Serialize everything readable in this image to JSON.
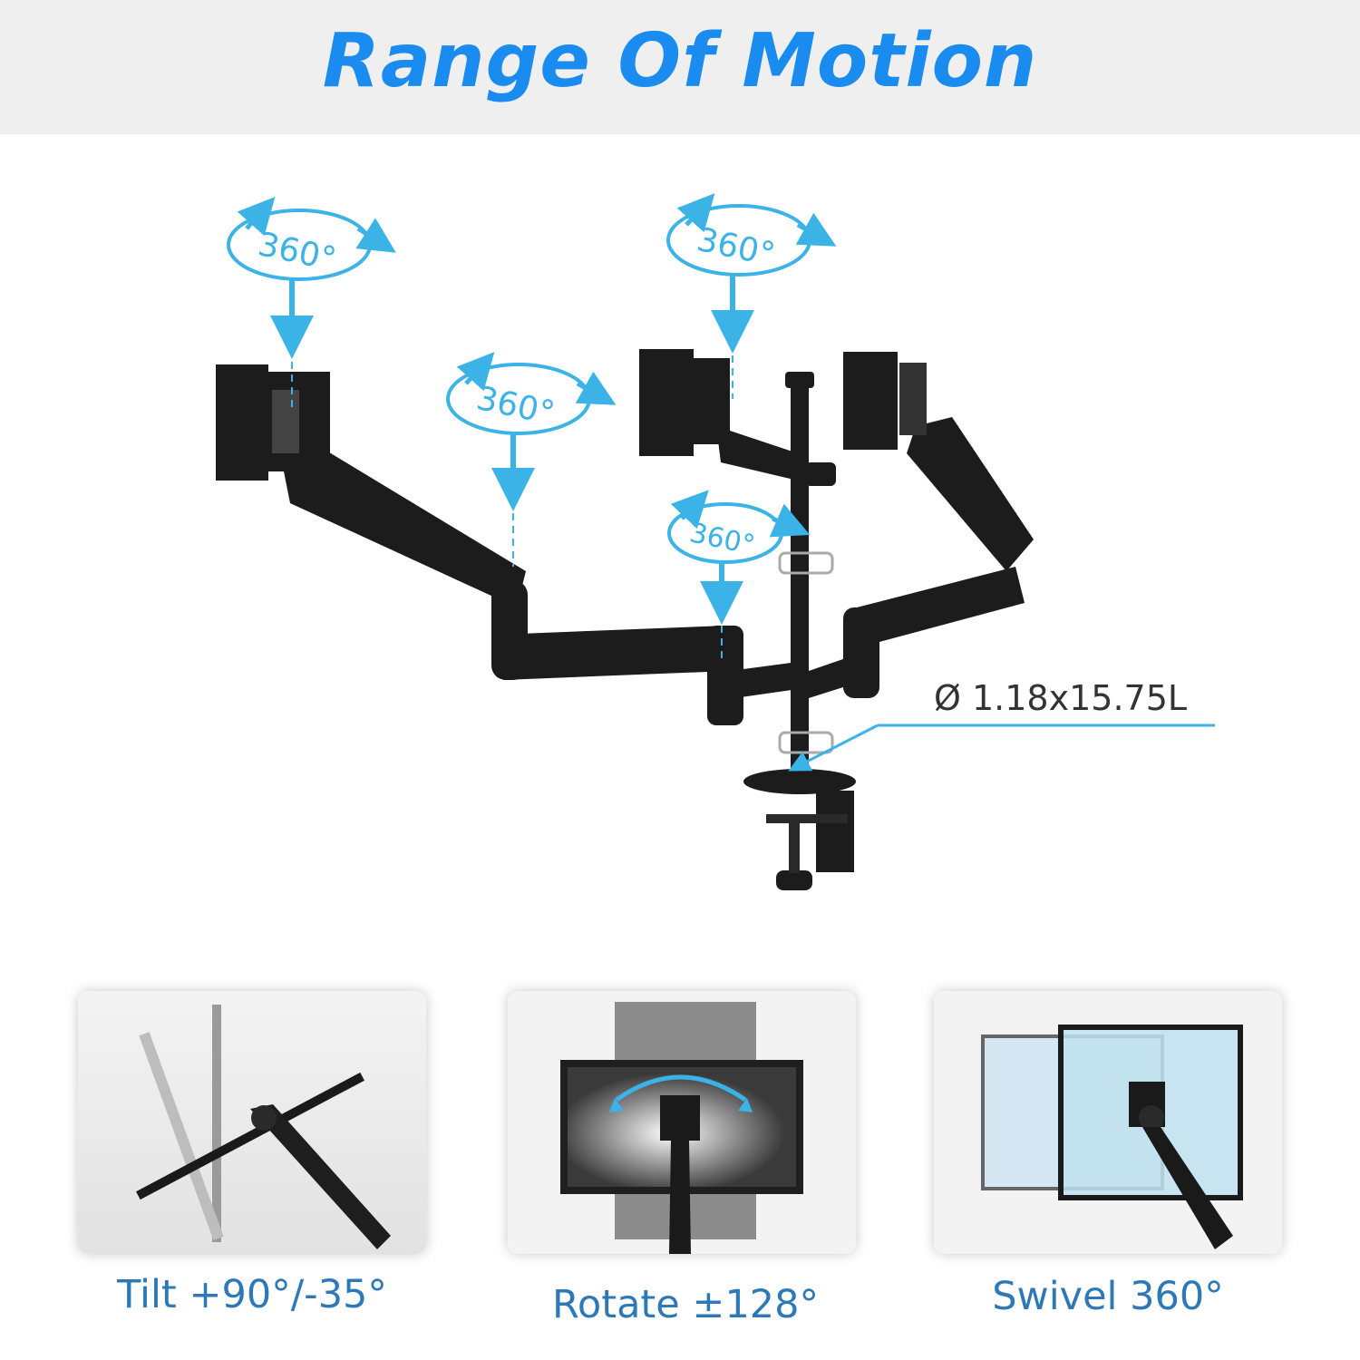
{
  "header": {
    "title": "Range Of Motion"
  },
  "figure": {
    "rotation_label": "360°",
    "pole_dimension": "Ø 1.18x15.75L"
  },
  "features": [
    {
      "caption": "Tilt +90°/-35°"
    },
    {
      "caption": "Rotate ±128°"
    },
    {
      "caption": "Swivel 360°"
    }
  ],
  "colors": {
    "accent_blue": "#1a8cf0",
    "rotation_blue": "#3bb3e6",
    "caption_blue": "#2d79b8",
    "arm_black": "#1c1c1c"
  }
}
